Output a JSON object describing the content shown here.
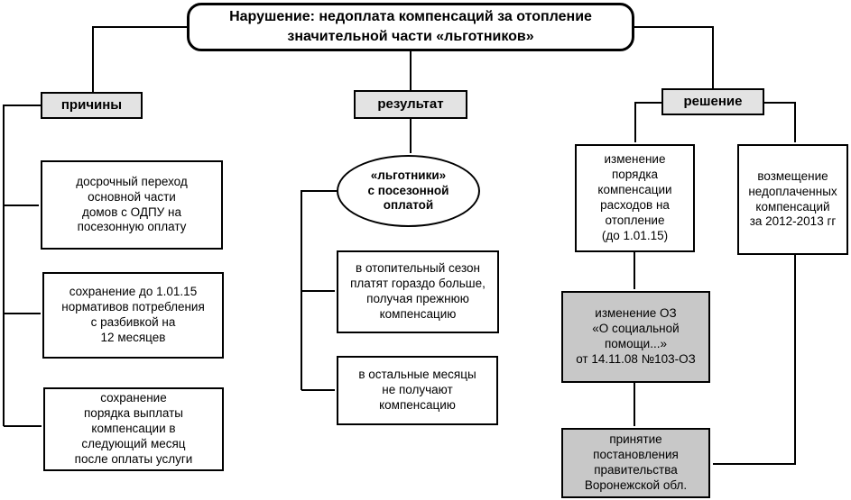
{
  "colors": {
    "line": "#000000",
    "node_fill": "#ffffff",
    "header_fill": "#e3e3e3",
    "gray_fill": "#c8c8c8"
  },
  "diagram": {
    "title": "Нарушение: недоплата компенсаций за отопление\nзначительной части «льготников»",
    "causes": {
      "label": "причины",
      "items": [
        "досрочный переход\nосновной части\nдомов с ОДПУ на\nпосезонную оплату",
        "сохранение до 1.01.15\nнормативов потребления\nс разбивкой на\n12 месяцев",
        "сохранение\nпорядка выплаты\nкомпенсации в\nследующий месяц\nпосле оплаты услуги"
      ]
    },
    "result": {
      "label": "результат",
      "ellipse": "«льготники»\nс посезонной\nоплатой",
      "items": [
        "в отопительный сезон\nплатят гораздо больше,\nполучая прежнюю\nкомпенсацию",
        "в остальные месяцы\nне получают\nкомпенсацию"
      ]
    },
    "solution": {
      "label": "решение",
      "items": [
        "изменение\nпорядка\nкомпенсации\nрасходов на\nотопление\n(до 1.01.15)",
        "возмещение\nнедоплаченных\nкомпенсаций\nза 2012-2013 гг"
      ],
      "gray_items": [
        "изменение ОЗ\n«О социальной\nпомощи...»\nот 14.11.08 №103-ОЗ",
        "принятие\nпостановления\nправительства\nВоронежской обл."
      ]
    }
  }
}
